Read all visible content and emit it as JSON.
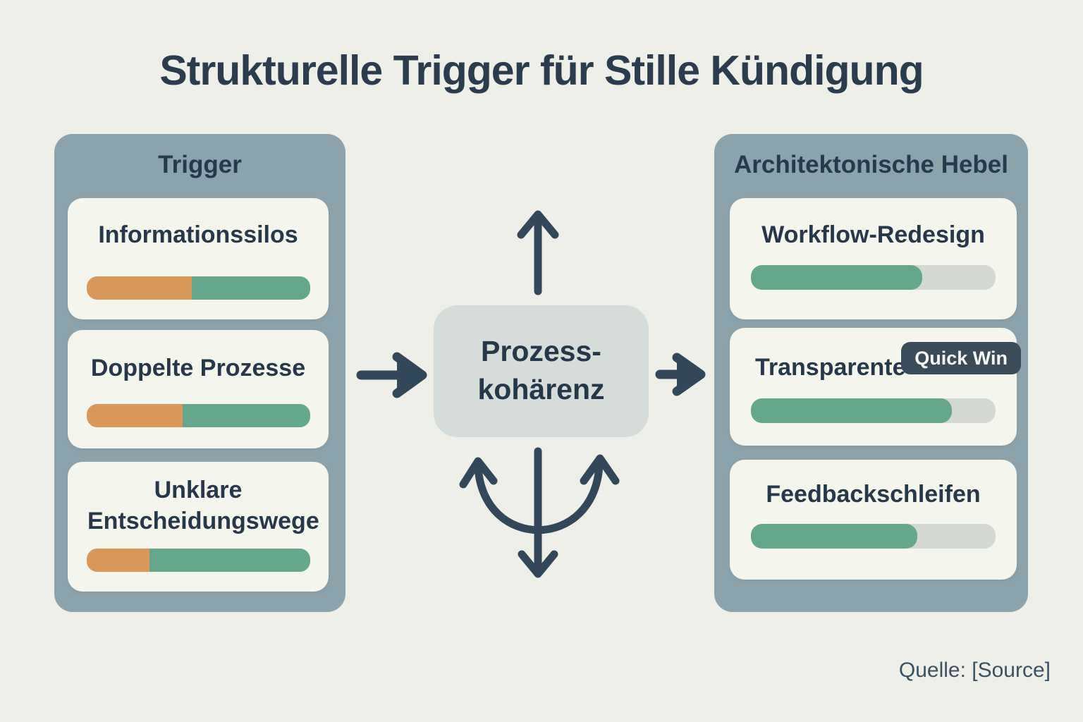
{
  "title": "Strukturelle Trigger für Stille Kündigung",
  "left_panel": {
    "header": "Trigger",
    "items": [
      {
        "label": "Informationssilos",
        "bar": {
          "orange_pct": 47,
          "green_pct": 53
        }
      },
      {
        "label": "Doppelte Prozesse",
        "bar": {
          "orange_pct": 43,
          "green_pct": 57
        }
      },
      {
        "label": "Unklare Entscheidungswege",
        "bar": {
          "orange_pct": 28,
          "green_pct": 72
        }
      }
    ]
  },
  "center_node": {
    "line1": "Prozess-",
    "line2": "kohärenz"
  },
  "right_panel": {
    "header": "Architektonische Hebel",
    "items": [
      {
        "label": "Workflow-Redesign",
        "bar": {
          "green_pct": 70
        }
      },
      {
        "label": "Transparente",
        "badge": "Quick Win",
        "bar": {
          "green_pct": 82
        }
      },
      {
        "label": "Feedbackschleifen",
        "bar": {
          "green_pct": 68
        }
      }
    ]
  },
  "footer": {
    "source_label": "Quelle: [Source]"
  },
  "colors": {
    "background": "#edefe8",
    "panel": "#8ca3ac",
    "card": "#f4f5ec",
    "center_box": "#d5dcda",
    "navy_text": "#2b3c4e",
    "arrow": "#32485a",
    "orange": "#d9985a",
    "green": "#64a78a",
    "bar_track": "#d3d9d2",
    "badge_bg": "#3a4c59",
    "badge_text": "#f6f7f3"
  }
}
